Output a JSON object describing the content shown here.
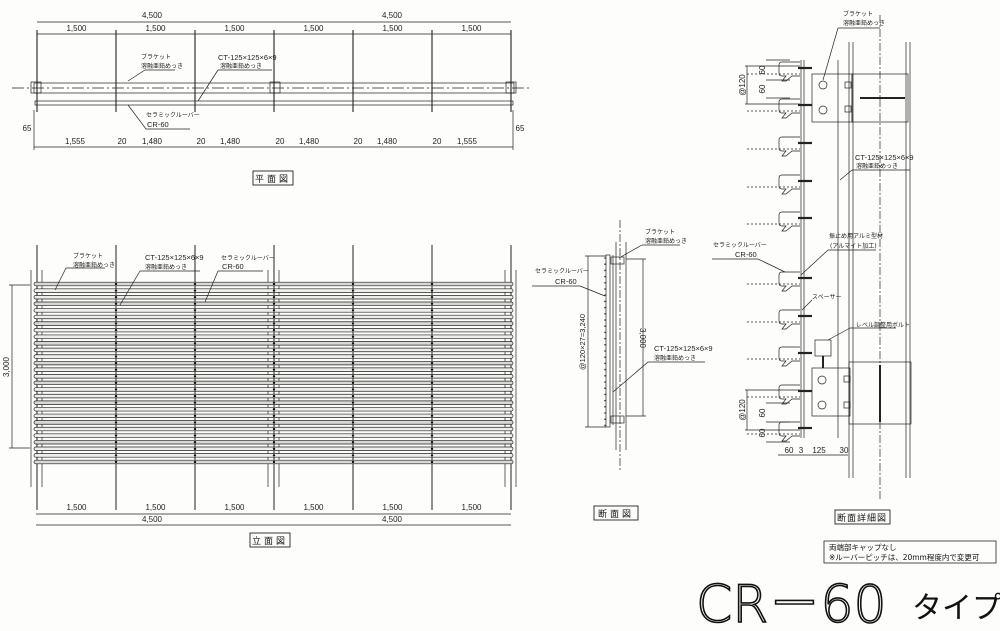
{
  "plan_view": {
    "title": "平面図",
    "overall_dims": [
      "4,500",
      "4,500"
    ],
    "span_dims": [
      "1,500",
      "1,500",
      "1,500",
      "1,500",
      "1,500",
      "1,500"
    ],
    "bottom_dims": [
      "65",
      "1,555",
      "20",
      "1,480",
      "20",
      "1,480",
      "20",
      "1,480",
      "20",
      "1,480",
      "20",
      "1,555",
      "65"
    ],
    "bracket_label": "ブラケット",
    "bracket_finish": "溶融亜鉛めっき",
    "ct_label": "CT-125×125×6×9",
    "ct_finish": "溶融亜鉛めっき",
    "louver_label": "セラミックルーバー",
    "louver_model": "CR-60"
  },
  "elevation_view": {
    "title": "立面図",
    "height_dim": "3,000",
    "span_dims": [
      "1,500",
      "1,500",
      "1,500",
      "1,500",
      "1,500",
      "1,500"
    ],
    "overall_dims": [
      "4,500",
      "4,500"
    ],
    "bracket_label": "ブラケット",
    "bracket_finish": "溶融亜鉛めっき",
    "ct_label": "CT-125×125×6×9",
    "ct_finish": "溶融亜鉛めっき",
    "louver_label": "セラミックルーバー",
    "louver_model": "CR-60",
    "louver_count": 28
  },
  "section_view": {
    "title": "断面図",
    "bracket_label": "ブラケット",
    "bracket_finish": "溶融亜鉛めっき",
    "louver_label": "セラミックルーバー",
    "louver_model": "CR-60",
    "pitch_dim": "@120×27=3,240",
    "height_dim": "3,000",
    "ct_label": "CT-125×125×6×9",
    "ct_finish": "溶融亜鉛めっき"
  },
  "detail_view": {
    "title": "断面詳細図",
    "bracket_label": "ブラケット",
    "bracket_finish": "溶融亜鉛めっき",
    "pitch_top": "@120",
    "dim_60a": "60",
    "dim_60b": "60",
    "ct_label": "CT-125×125×6×9",
    "ct_finish": "溶融亜鉛めっき",
    "alu_label": "振止め用アルミ型材",
    "alu_finish": "(アルマイト加工)",
    "louver_label": "セラミックルーバー",
    "louver_model": "CR-60",
    "spacer_label": "スペーサー",
    "bolt_label": "レベル調整用ボルト",
    "pitch_bottom": "@120",
    "dim_60c": "60",
    "dim_60d": "60",
    "bottom_dims": [
      "60",
      "3",
      "125",
      "30"
    ]
  },
  "notes": [
    "両端部キャップなし",
    "※ルーバーピッチは、20mm程度内で変更可"
  ],
  "product_title": {
    "model": "CR－60",
    "suffix": "タイプ"
  }
}
